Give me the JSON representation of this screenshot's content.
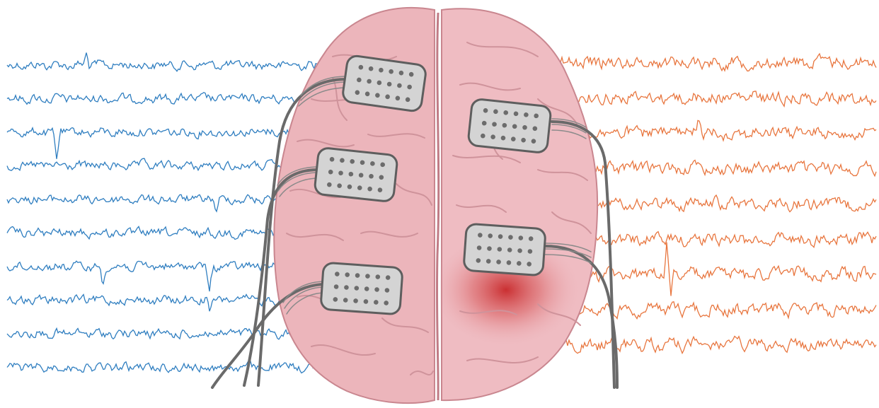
{
  "colors": {
    "background": "#ffffff",
    "left_traces": "#2f7ec0",
    "right_traces": "#e8763f",
    "brain_fill": "#ecb5bb",
    "brain_outline": "#c9868f",
    "brain_sulci": "#cf939b",
    "electrode_fill": "#d4d4d4",
    "electrode_outline": "#5e5e5e",
    "electrode_contacts": "#6c6c6c",
    "cable": "#6a6a6a",
    "focus": "#c8282a"
  },
  "left_trace_count": 10,
  "right_trace_count": 9,
  "electrode_grid": {
    "rows": 3,
    "cols": 6
  },
  "electrode_count": 5
}
